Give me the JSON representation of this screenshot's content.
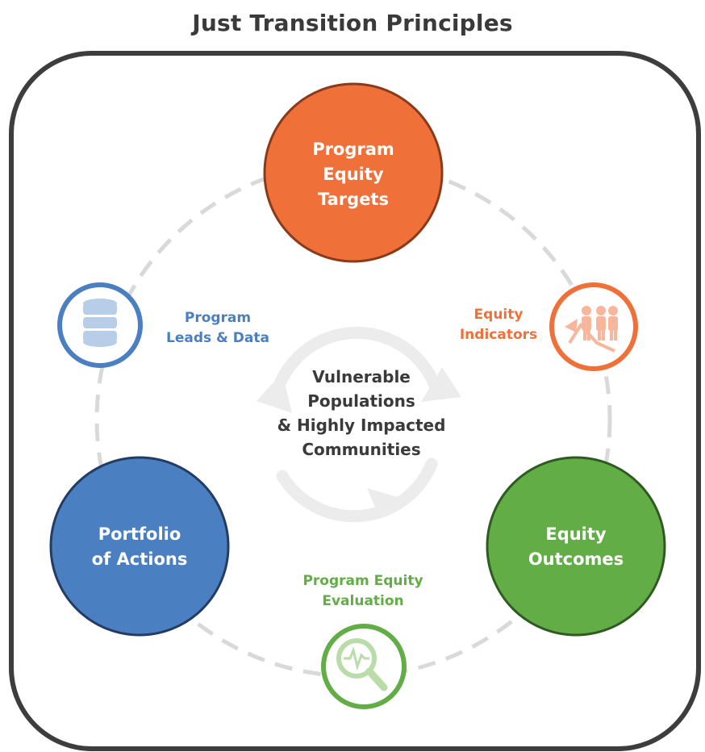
{
  "title": "Just Transition Principles",
  "center": "Vulnerable\nPopulations\n& Highly Impacted\nCommunities",
  "nodes": {
    "targets": "Program\nEquity\nTargets",
    "indicators": "Equity\nIndicators",
    "outcomes": "Equity\nOutcomes",
    "evaluation": "Program  Equity\nEvaluation",
    "actions": "Portfolio\nof Actions",
    "leads": "Program\nLeads & Data"
  },
  "icons": {
    "targets": "none",
    "indicators": "people-growth-icon",
    "evaluation": "magnifier-pulse-icon",
    "leads": "database-icon",
    "center": "cycle-arrows-icon"
  },
  "colors": {
    "orange": "#f07039",
    "green": "#62ad45",
    "blue": "#4a7fc1",
    "frame": "#3d3d3d",
    "ring": "#d9d9d9"
  }
}
